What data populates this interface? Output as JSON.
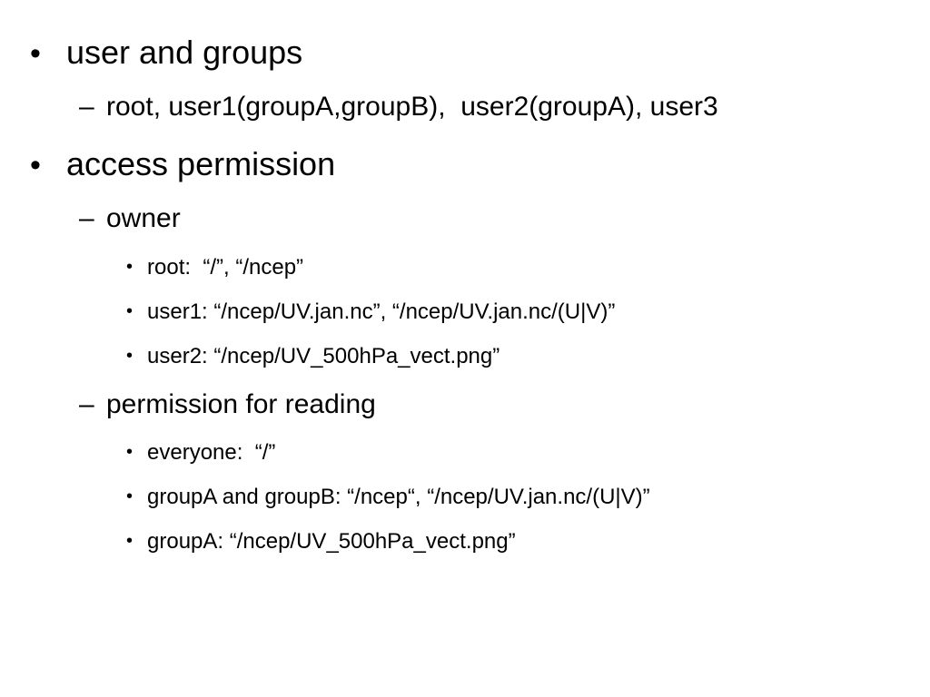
{
  "slide": {
    "bullets": {
      "level1_marker": "•",
      "level2_marker": "–",
      "level3_marker": "•"
    },
    "items": [
      {
        "text": "user and groups"
      },
      {
        "text": "root, user1(groupA,groupB),  user2(groupA), user3"
      },
      {
        "text": "access permission"
      },
      {
        "text": "owner"
      },
      {
        "text": "root:  “/”, “/ncep”"
      },
      {
        "text": "user1: “/ncep/UV.jan.nc”, “/ncep/UV.jan.nc/(U|V)”"
      },
      {
        "text": "user2: “/ncep/UV_500hPa_vect.png”"
      },
      {
        "text": "permission for reading"
      },
      {
        "text": "everyone:  “/”"
      },
      {
        "text": "groupA and groupB: “/ncep“, “/ncep/UV.jan.nc/(U|V)”"
      },
      {
        "text": "groupA: “/ncep/UV_500hPa_vect.png”"
      }
    ]
  }
}
